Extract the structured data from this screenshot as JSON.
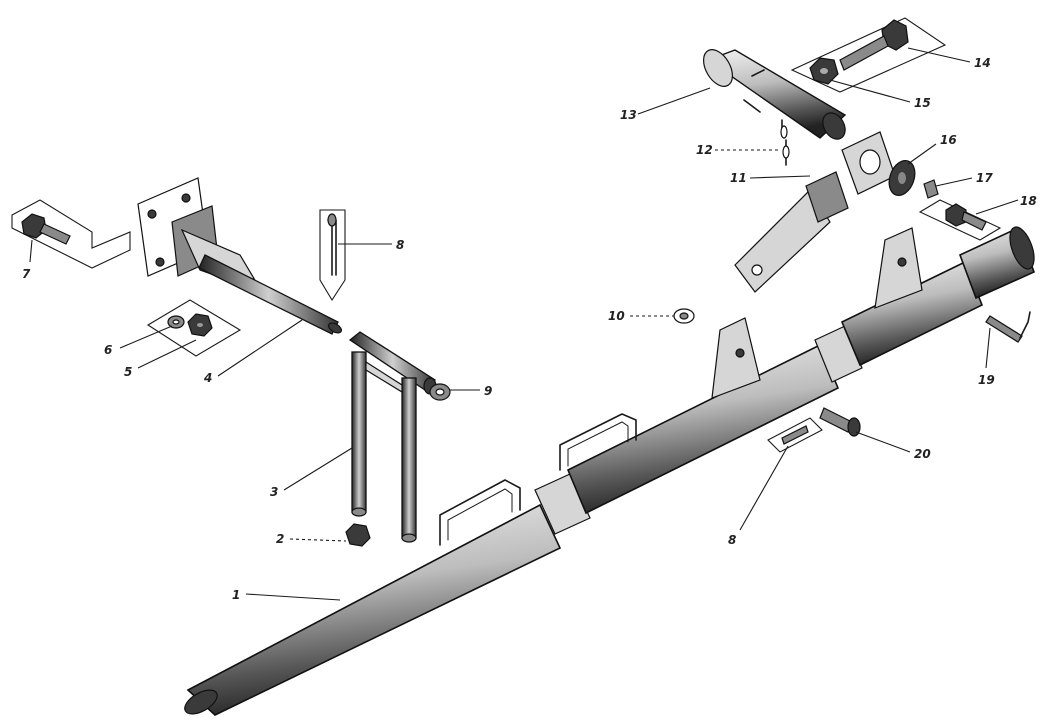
{
  "labels": {
    "l1": "1",
    "l2": "2",
    "l3": "3",
    "l4": "4",
    "l5": "5",
    "l6": "6",
    "l7": "7",
    "l8a": "8",
    "l8b": "8",
    "l9": "9",
    "l10": "10",
    "l11": "11",
    "l12": "12",
    "l13": "13",
    "l14": "14",
    "l15": "15",
    "l16": "16",
    "l17": "17",
    "l18": "18",
    "l19": "19",
    "l20": "20"
  }
}
